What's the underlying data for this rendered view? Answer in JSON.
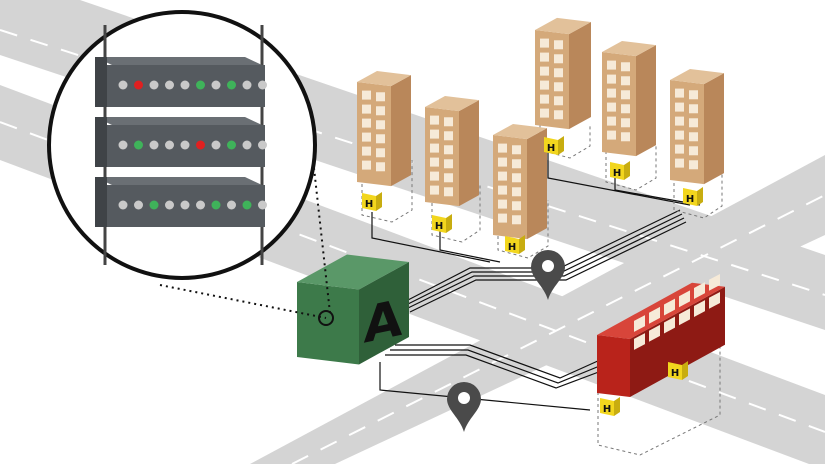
{
  "hub": {
    "letter": "A"
  },
  "houseUnits": {
    "letter": "H",
    "count": 8
  },
  "servers": {
    "units": [
      {
        "leds": [
          "g",
          "red",
          "g",
          "g",
          "w",
          "grn",
          "w",
          "grn",
          "w",
          "w"
        ]
      },
      {
        "leds": [
          "g",
          "grn",
          "w",
          "g",
          "w",
          "red",
          "w",
          "grn",
          "w",
          "w"
        ]
      },
      {
        "leds": [
          "g",
          "w",
          "grn",
          "w",
          "g",
          "w",
          "grn",
          "w",
          "grn",
          "w"
        ]
      }
    ]
  },
  "colors": {
    "road": "#d4d4d4",
    "lane": "#ffffff",
    "hub_front": "#3d7a4a",
    "hub_side": "#2f6039",
    "hub_top": "#5a9868",
    "tower_front": "#d4a97a",
    "tower_side": "#b9875a",
    "tower_top": "#e2c19a",
    "window": "#f6ead8",
    "unit": "#f2d61e",
    "bus_front": "#b9231b",
    "bus_side": "#8e1a14",
    "bus_top": "#d8453a",
    "rack": "#555a5f",
    "led_off": "#c9c9c9",
    "led_green": "#3fb35a",
    "led_red": "#e02020",
    "pin": "#4a4a4a"
  }
}
